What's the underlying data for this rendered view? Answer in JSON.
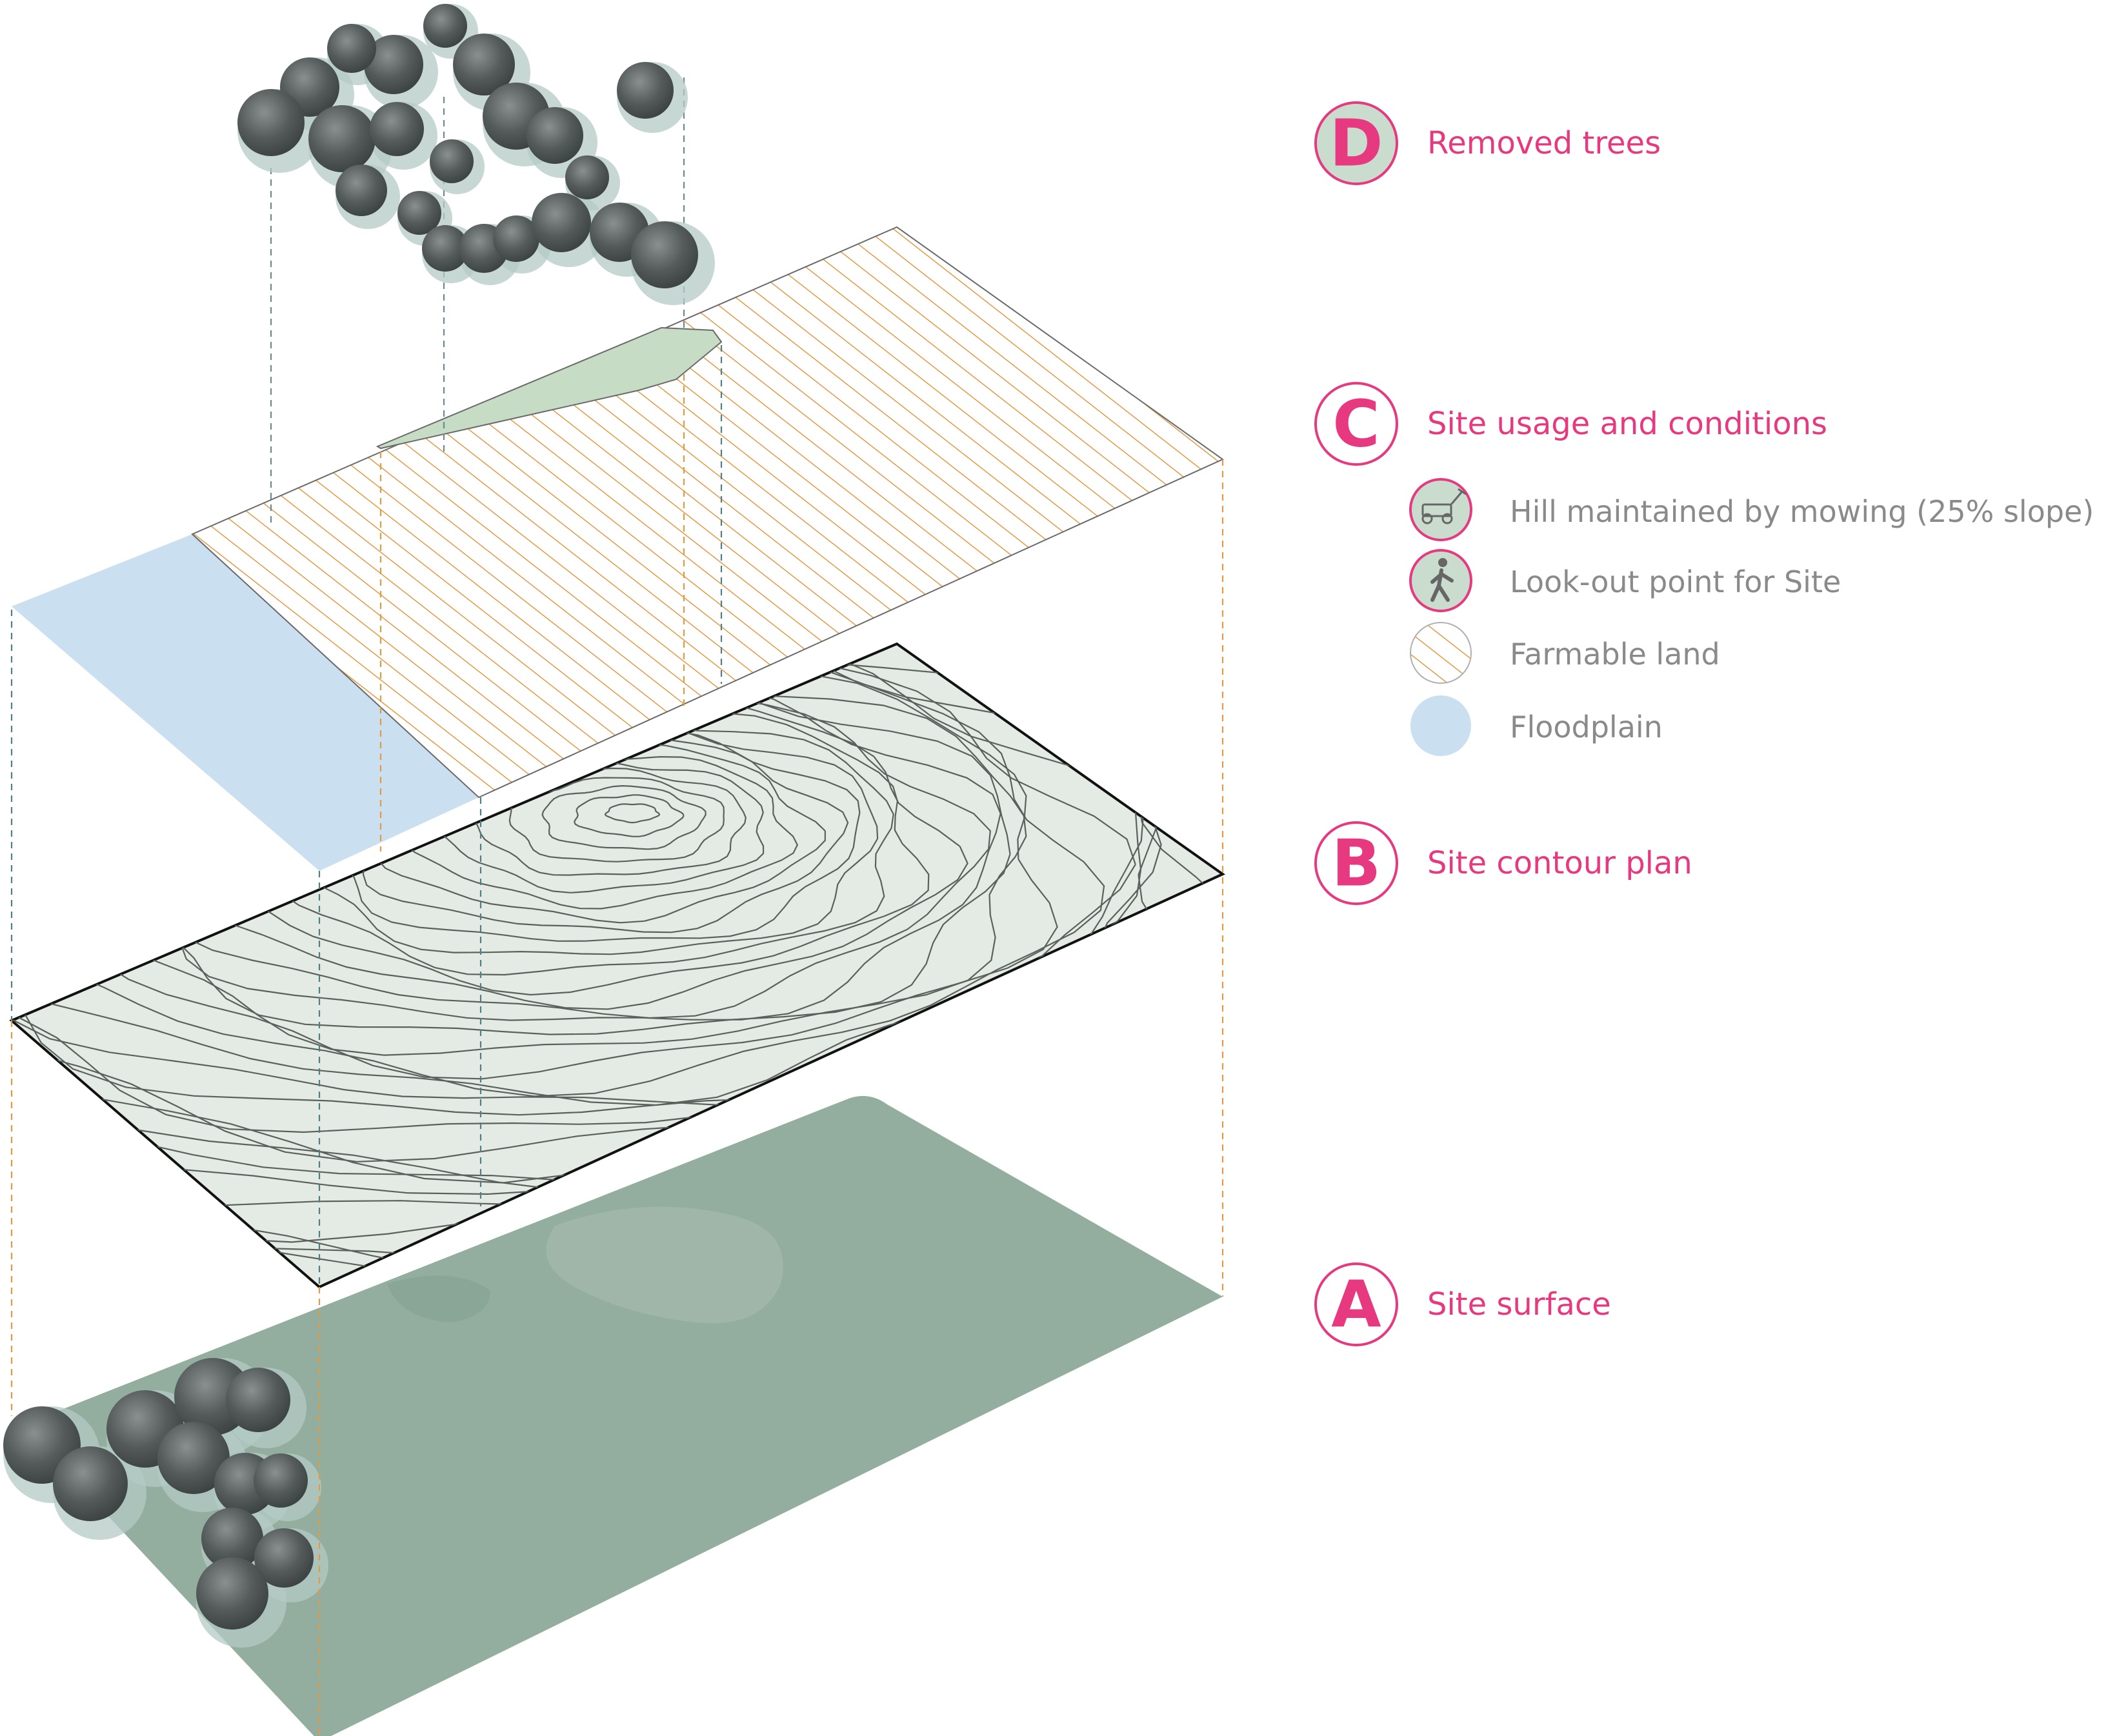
{
  "layers": {
    "d": {
      "letter": "D",
      "title": "Removed trees"
    },
    "c": {
      "letter": "C",
      "title": "Site usage and conditions"
    },
    "b": {
      "letter": "B",
      "title": "Site contour plan"
    },
    "a": {
      "letter": "A",
      "title": "Site surface"
    }
  },
  "legend": {
    "items": [
      {
        "key": "mowing",
        "label": "Hill maintained by mowing (25% slope)",
        "icon": "lawn-mower-icon"
      },
      {
        "key": "lookout",
        "label": "Look-out point for Site",
        "icon": "pedestrian-icon"
      },
      {
        "key": "farmable",
        "label": "Farmable land",
        "icon": "hatch-swatch"
      },
      {
        "key": "floodplain",
        "label": "Floodplain",
        "icon": "blue-circle-swatch"
      }
    ]
  },
  "colors": {
    "accent": "#e6397f",
    "badge_fill": "#c9dccd",
    "farmable_hatch": "#e39a43",
    "floodplain": "#cadff0",
    "mowed_hill": "#c6dcc4",
    "contour_plane": "#e4ebe4",
    "surface": "#93ae9f",
    "tree_dark": "#4a5050",
    "tree_halo": "#b4cac6",
    "legend_text": "#8a8a8a"
  }
}
